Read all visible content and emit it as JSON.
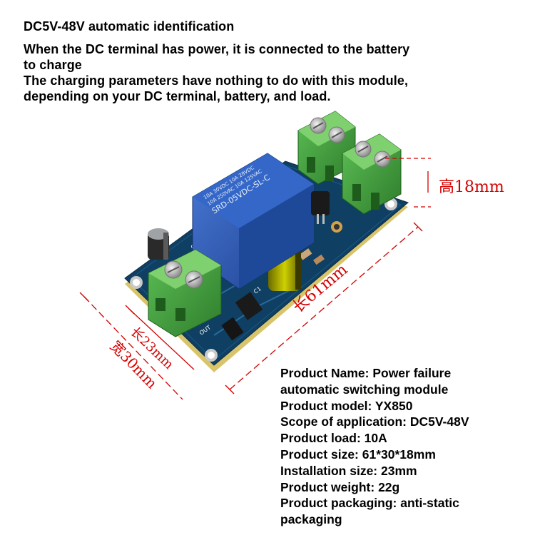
{
  "header": {
    "title": "DC5V-48V automatic identification",
    "lines": [
      "When the DC terminal has power, it is connected to the battery",
      "to charge",
      "The charging parameters have nothing to do with this module,",
      "depending on your DC terminal, battery, and load."
    ]
  },
  "board": {
    "relay_text": [
      "SRD-05VDC-SL-C",
      "10A 250VAC 10A 125VAC",
      "10A 30VDC 10A 28VDC"
    ],
    "silk_out": "OUT",
    "silk_c1": "C1",
    "silk_c2": "C2"
  },
  "dimensions": {
    "height": "高18mm",
    "length": "长61mm",
    "install": "长23mm",
    "width": "宽30mm"
  },
  "specs": {
    "name": "Product Name: Power failure",
    "name2": "automatic switching module",
    "model": "Product model: YX850",
    "scope": "Scope of application: DC5V-48V",
    "load": "Product load: 10A",
    "size": "Product size: 61*30*18mm",
    "install": "Installation size: 23mm",
    "weight": "Product weight: 22g",
    "packaging": "Product packaging: anti-static",
    "packaging2": "packaging"
  },
  "colors": {
    "pcb": "#0f3f63",
    "terminal": "#3d9a3a",
    "relay": "#2a5bb5",
    "dimension": "#d40000"
  }
}
